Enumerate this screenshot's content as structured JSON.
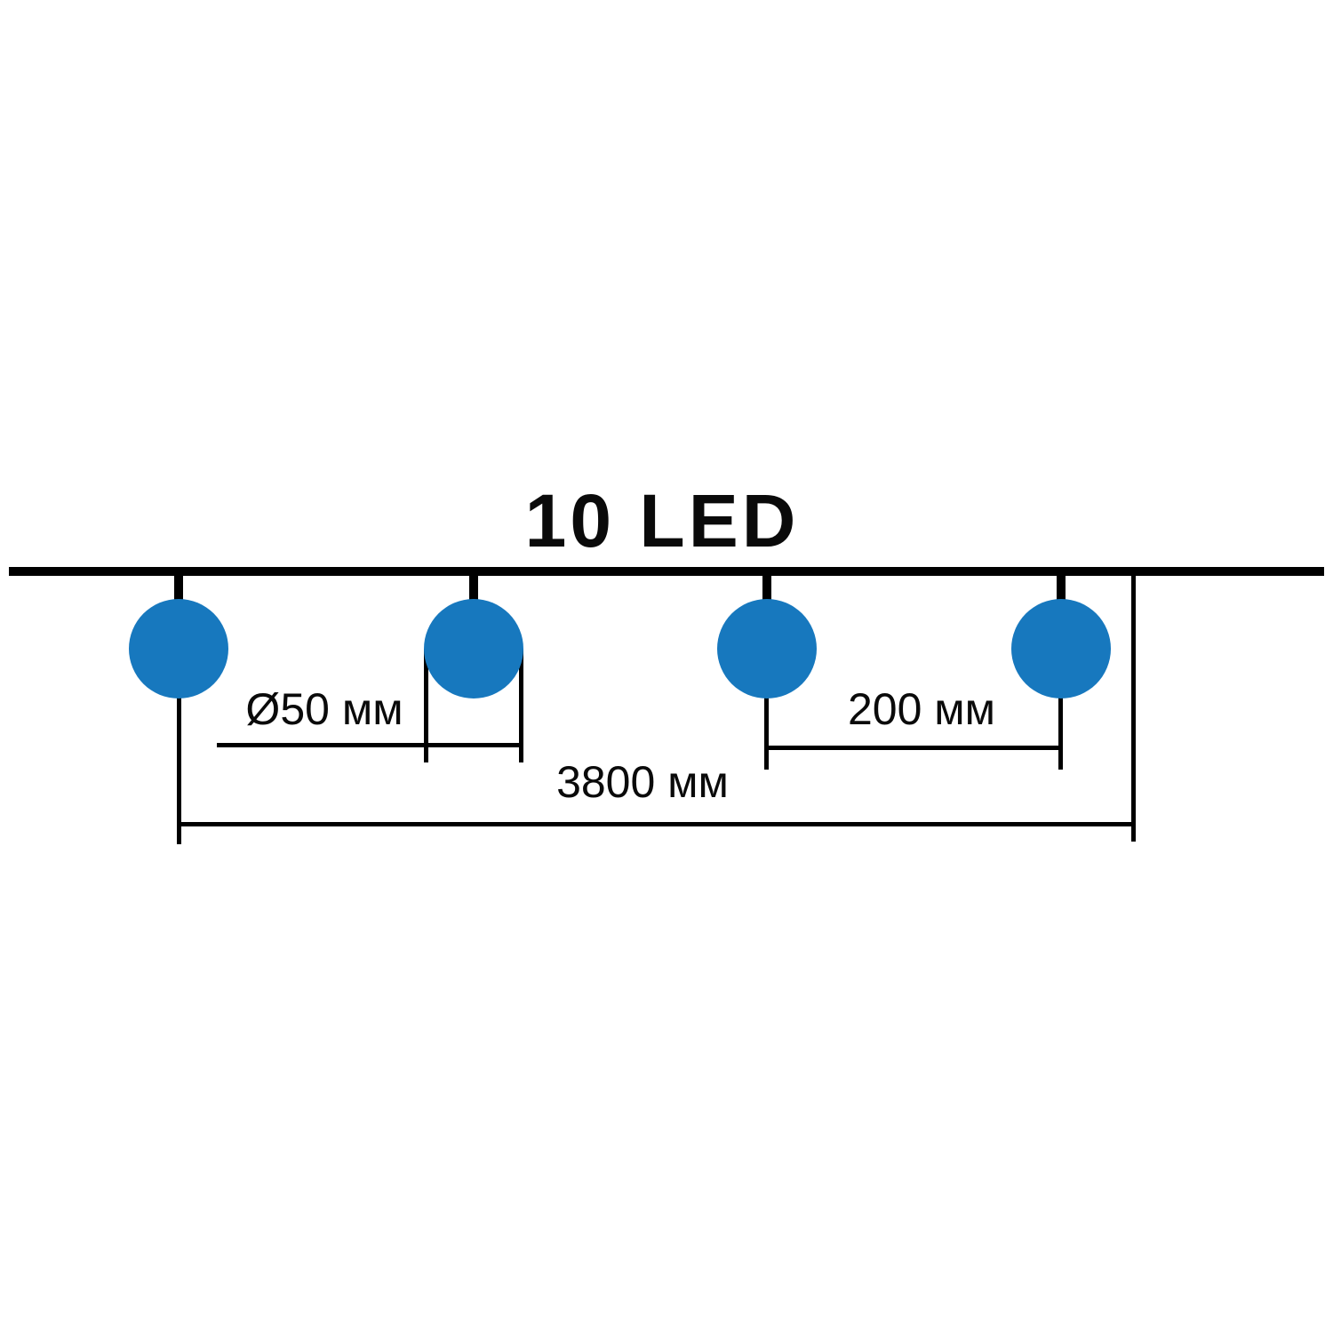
{
  "title": "10 LED",
  "diagram": {
    "type": "led-string-dimension-drawing",
    "led_count": 10,
    "bulbs_shown": 4,
    "bulb_color": "#1778BE",
    "line_color": "#000000",
    "labels": {
      "bulb_diameter": "Ø50 мм",
      "bulb_spacing": "200 мм",
      "total_length": "3800 мм"
    },
    "values": {
      "bulb_diameter_mm": 50,
      "bulb_spacing_mm": 200,
      "total_length_mm": 3800
    }
  }
}
